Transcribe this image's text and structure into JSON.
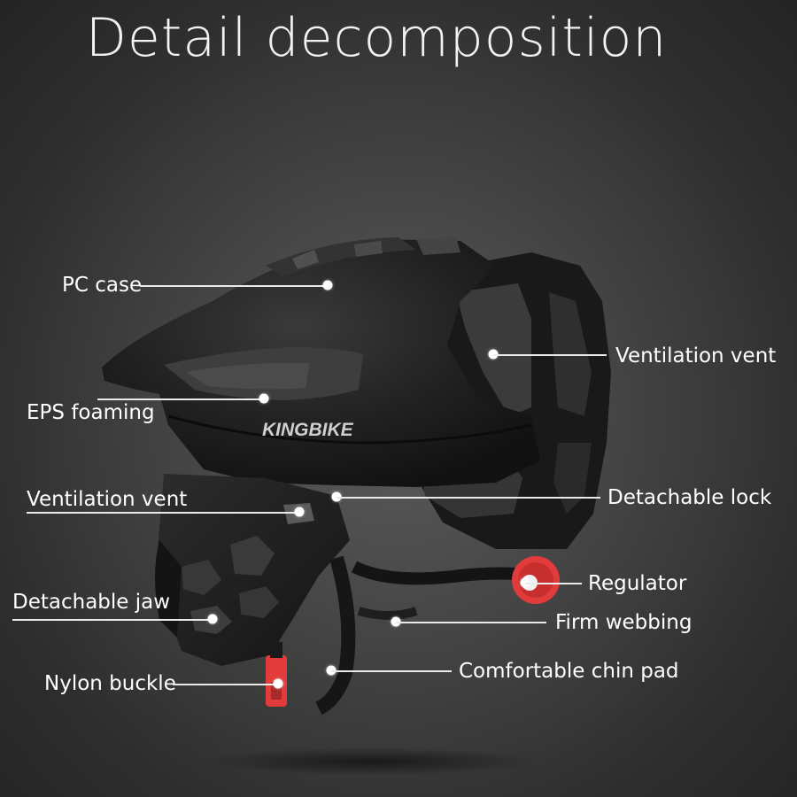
{
  "title": "Detail decomposition",
  "brand_text": "KINGBIKE",
  "colors": {
    "accent_red": "#e23b3b",
    "line": "#eaeaea"
  },
  "callouts": {
    "pc_case": "PC case",
    "eps_foaming": "EPS foaming",
    "ventilation_vent_left": "Ventilation vent",
    "detachable_jaw": "Detachable jaw",
    "nylon_buckle": "Nylon buckle",
    "ventilation_vent_right": "Ventilation vent",
    "detachable_lock": "Detachable lock",
    "regulator": "Regulator",
    "firm_webbing": "Firm webbing",
    "comfortable_chin_pad": "Comfortable chin pad"
  }
}
